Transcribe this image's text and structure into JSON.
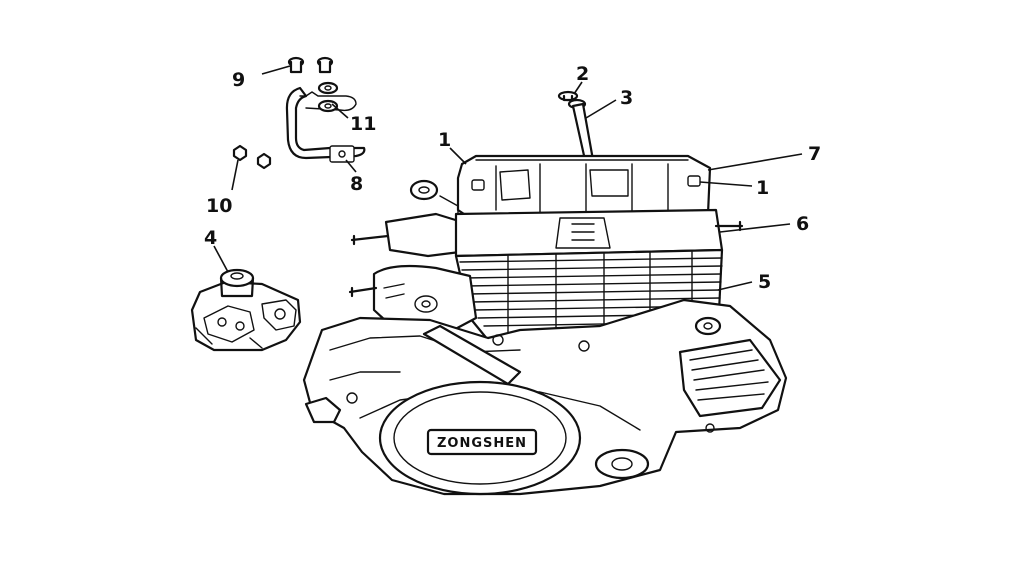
{
  "diagram": {
    "brand_text": "ZONGSHEN",
    "callouts": [
      {
        "id": "c9",
        "text": "9"
      },
      {
        "id": "c11",
        "text": "11"
      },
      {
        "id": "c10",
        "text": "10"
      },
      {
        "id": "c8",
        "text": "8"
      },
      {
        "id": "c4",
        "text": "4"
      },
      {
        "id": "c2",
        "text": "2"
      },
      {
        "id": "c3",
        "text": "3"
      },
      {
        "id": "c1a",
        "text": "1"
      },
      {
        "id": "c7",
        "text": "7"
      },
      {
        "id": "c1b",
        "text": "1"
      },
      {
        "id": "c6",
        "text": "6"
      },
      {
        "id": "c5",
        "text": "5"
      }
    ]
  }
}
